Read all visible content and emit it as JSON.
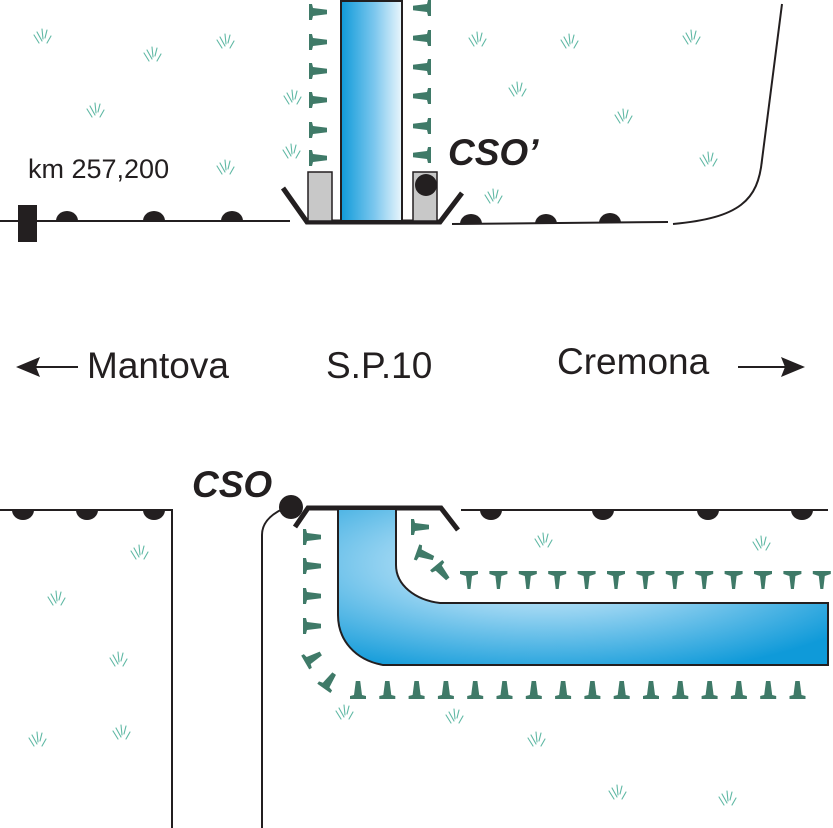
{
  "labels": {
    "km_marker": "km 257,200",
    "cso_prime": "CSO’",
    "cso": "CSO",
    "road_name": "S.P.10",
    "direction_left": "Mantova",
    "direction_right": "Cremona"
  },
  "colors": {
    "ink": "#231f20",
    "cone": "#3f7a68",
    "excavation_dark": "#0f9ad9",
    "excavation_light": "#e8f5fc",
    "barrier_fill": "#c8c8c8",
    "grass": "#5fb8a4"
  },
  "icons": {
    "cone": "traffic-cone-icon",
    "grass": "grass-tuft-icon",
    "arrow_left": "arrow-left-icon",
    "arrow_right": "arrow-right-icon",
    "manhole": "manhole-dot-icon"
  }
}
